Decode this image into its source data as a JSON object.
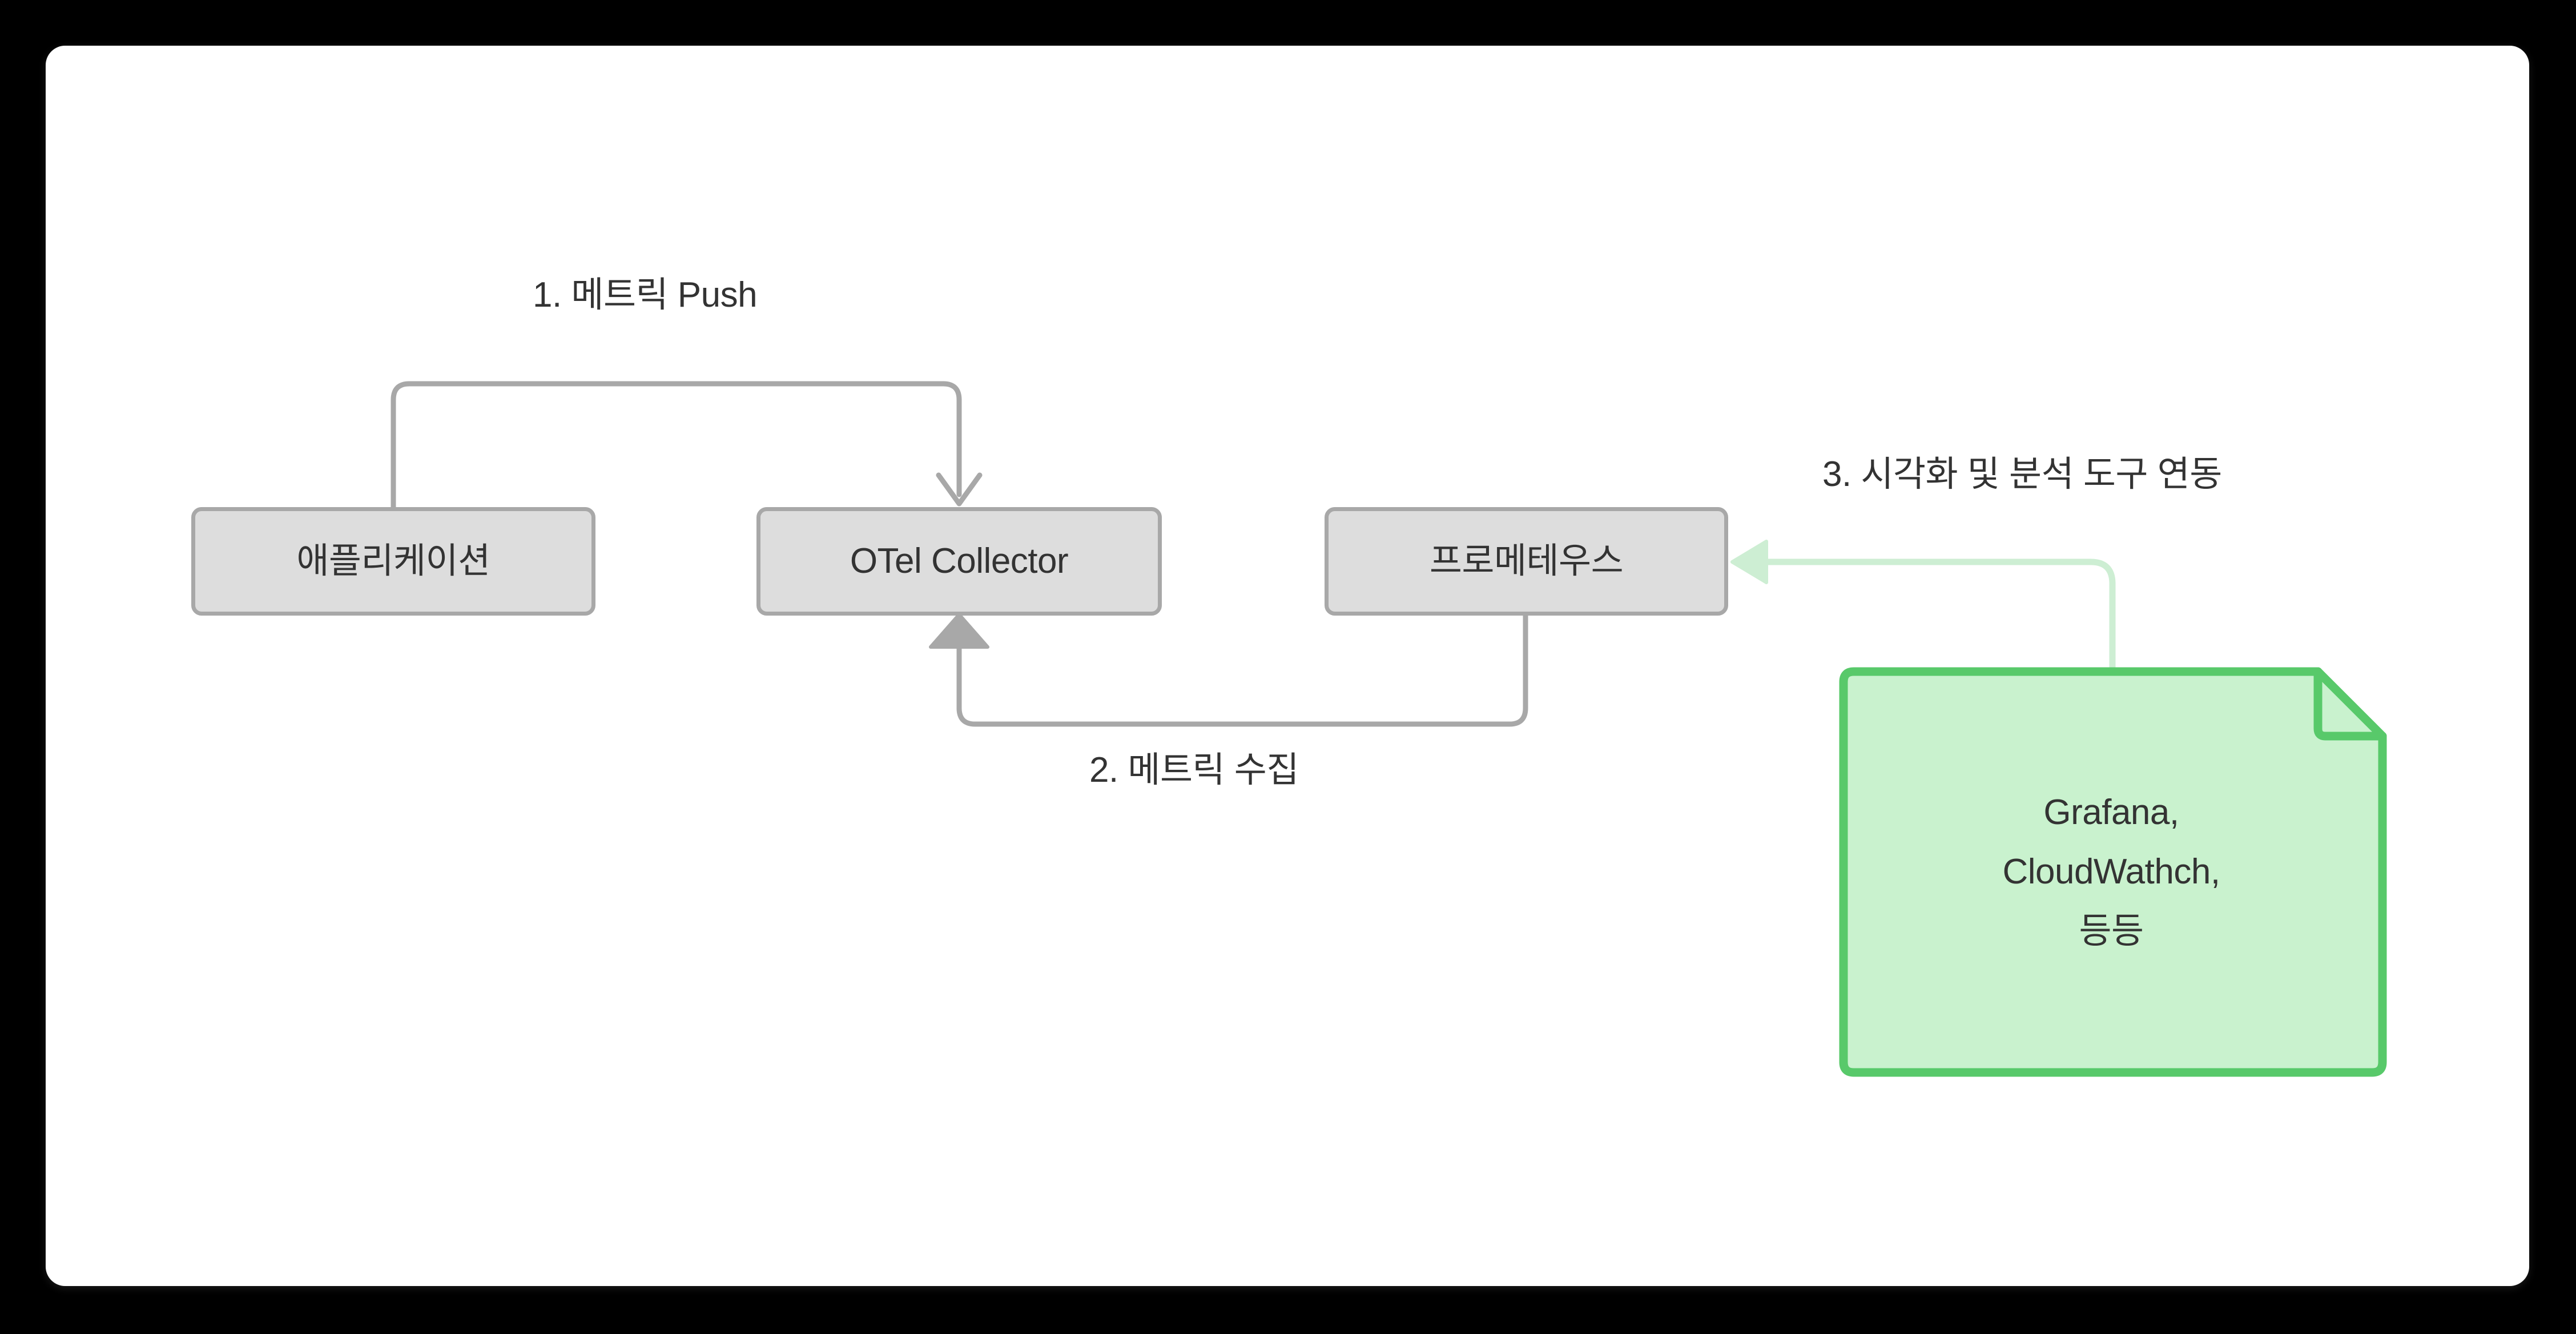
{
  "diagram": {
    "title": "OpenTelemetry metrics pipeline flowchart",
    "background_color": "#000000",
    "panel_color": "#ffffff",
    "nodes": [
      {
        "id": "app",
        "label": "애플리케이션",
        "shape": "rounded-rect",
        "fill": "#dddddd",
        "stroke": "#a8a8a8"
      },
      {
        "id": "collector",
        "label": "OTel Collector",
        "shape": "rounded-rect",
        "fill": "#dddddd",
        "stroke": "#a8a8a8"
      },
      {
        "id": "prometheus",
        "label": "프로메테우스",
        "shape": "rounded-rect",
        "fill": "#dddddd",
        "stroke": "#a8a8a8"
      },
      {
        "id": "note",
        "label_lines": [
          "Grafana,",
          "CloudWathch,",
          "등등"
        ],
        "shape": "note-folded-corner",
        "fill": "#c9f2ce",
        "stroke": "#58c96a"
      }
    ],
    "edges": [
      {
        "id": "edge-1",
        "label": "1. 메트릭 Push",
        "from": "app",
        "to": "collector",
        "color": "#a8a8a8",
        "arrowhead": "open-chevron"
      },
      {
        "id": "edge-2",
        "label": "2. 메트릭 수집",
        "from": "prometheus",
        "to": "collector",
        "color": "#a8a8a8",
        "arrowhead": "filled-triangle"
      },
      {
        "id": "edge-3",
        "label": "3. 시각화 및 분석 도구 연동",
        "from": "note",
        "to": "prometheus",
        "color": "#cdeed3",
        "arrowhead": "filled-triangle"
      }
    ]
  }
}
